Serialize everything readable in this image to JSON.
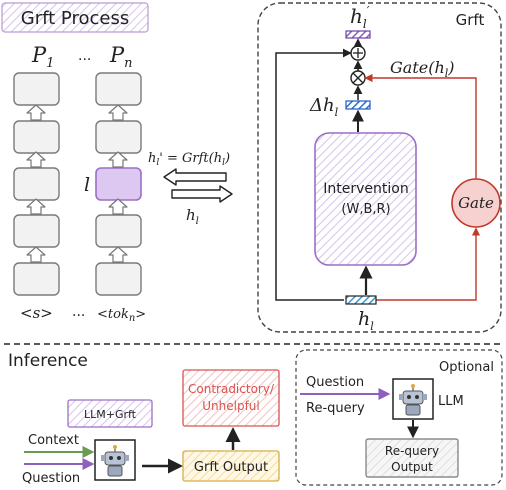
{
  "grft_process": {
    "title": "Grft Process",
    "p1": "P",
    "p1_sub": "1",
    "pn": "P",
    "pn_sub": "n",
    "ellipsis_top": "...",
    "ellipsis_bottom": "...",
    "token_first": "<s>",
    "token_last": "<tok",
    "token_last_sub": "n",
    "token_last_close": ">",
    "layer_label": "l",
    "hl_prime_eq": "h",
    "hl_prime_eq_sub": "l",
    "hl_prime_eq_rest": "' = Grft(h",
    "hl_prime_eq_sub2": "l",
    "hl_prime_eq_close": ")",
    "hl_arrow_label": "h",
    "hl_arrow_label_sub": "l"
  },
  "grft_panel": {
    "title": "Grft",
    "hl_prime": "h",
    "hl_prime_sub": "l",
    "hl_prime_tick": "′",
    "plus": "⊕",
    "times": "⊗",
    "gate_fn": "Gate(h",
    "gate_fn_sub": "l",
    "gate_fn_close": ")",
    "delta_h": "Δh",
    "delta_h_sub": "l",
    "intervention_line1": "Intervention",
    "intervention_line2": "(W,B,R)",
    "gate_label": "Gate",
    "hl_bottom": "h",
    "hl_bottom_sub": "l"
  },
  "inference": {
    "title": "Inference",
    "llm_grft_label": "LLM+Grft",
    "context_label": "Context",
    "question_label": "Question",
    "grft_output_label": "Grft Output",
    "contradictory_line1": "Contradictory/",
    "contradictory_line2": "Unhelpful",
    "optional_label": "Optional",
    "question_right": "Question",
    "requery_label": "Re-query",
    "llm_label": "LLM",
    "requery_output_line1": "Re-query",
    "requery_output_line2": "Output"
  },
  "colors": {
    "purple": "#9b6fc7",
    "purple_fill": "#e6d9f3",
    "red": "#d9534f",
    "red_fill": "#f7d4d4",
    "blue": "#3a78d8",
    "yellow": "#fbe9b7",
    "green": "#7aa864",
    "gray_box": "#eeeeee"
  },
  "icons": [
    "robot-icon",
    "plus-circle-icon",
    "times-circle-icon"
  ]
}
